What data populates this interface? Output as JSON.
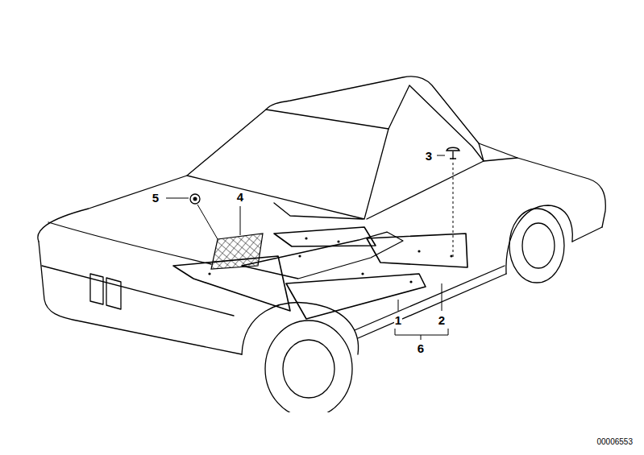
{
  "diagram": {
    "labels": [
      "5",
      "4",
      "3",
      "1",
      "2",
      "6",
      "00006553"
    ]
  }
}
